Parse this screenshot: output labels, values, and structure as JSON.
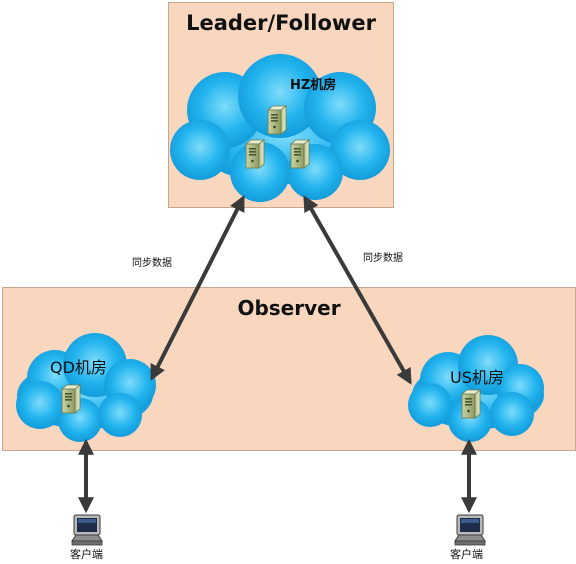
{
  "leader_panel": {
    "title": "Leader/Follower",
    "room": "HZ机房"
  },
  "observer_panel": {
    "title": "Observer"
  },
  "left_site": {
    "room": "QD机房"
  },
  "right_site": {
    "room": "US机房"
  },
  "sync_labels": {
    "left": "同步数据",
    "right": "同步数据"
  },
  "clients": {
    "left": "客户端",
    "right": "客户端"
  },
  "colors": {
    "panel_bg": "#f9d7bf",
    "cloud": "#1fb2ec",
    "arrow": "#3a3a3a"
  },
  "icons": [
    "server-icon",
    "cloud-icon",
    "monitor-icon",
    "double-arrow"
  ]
}
